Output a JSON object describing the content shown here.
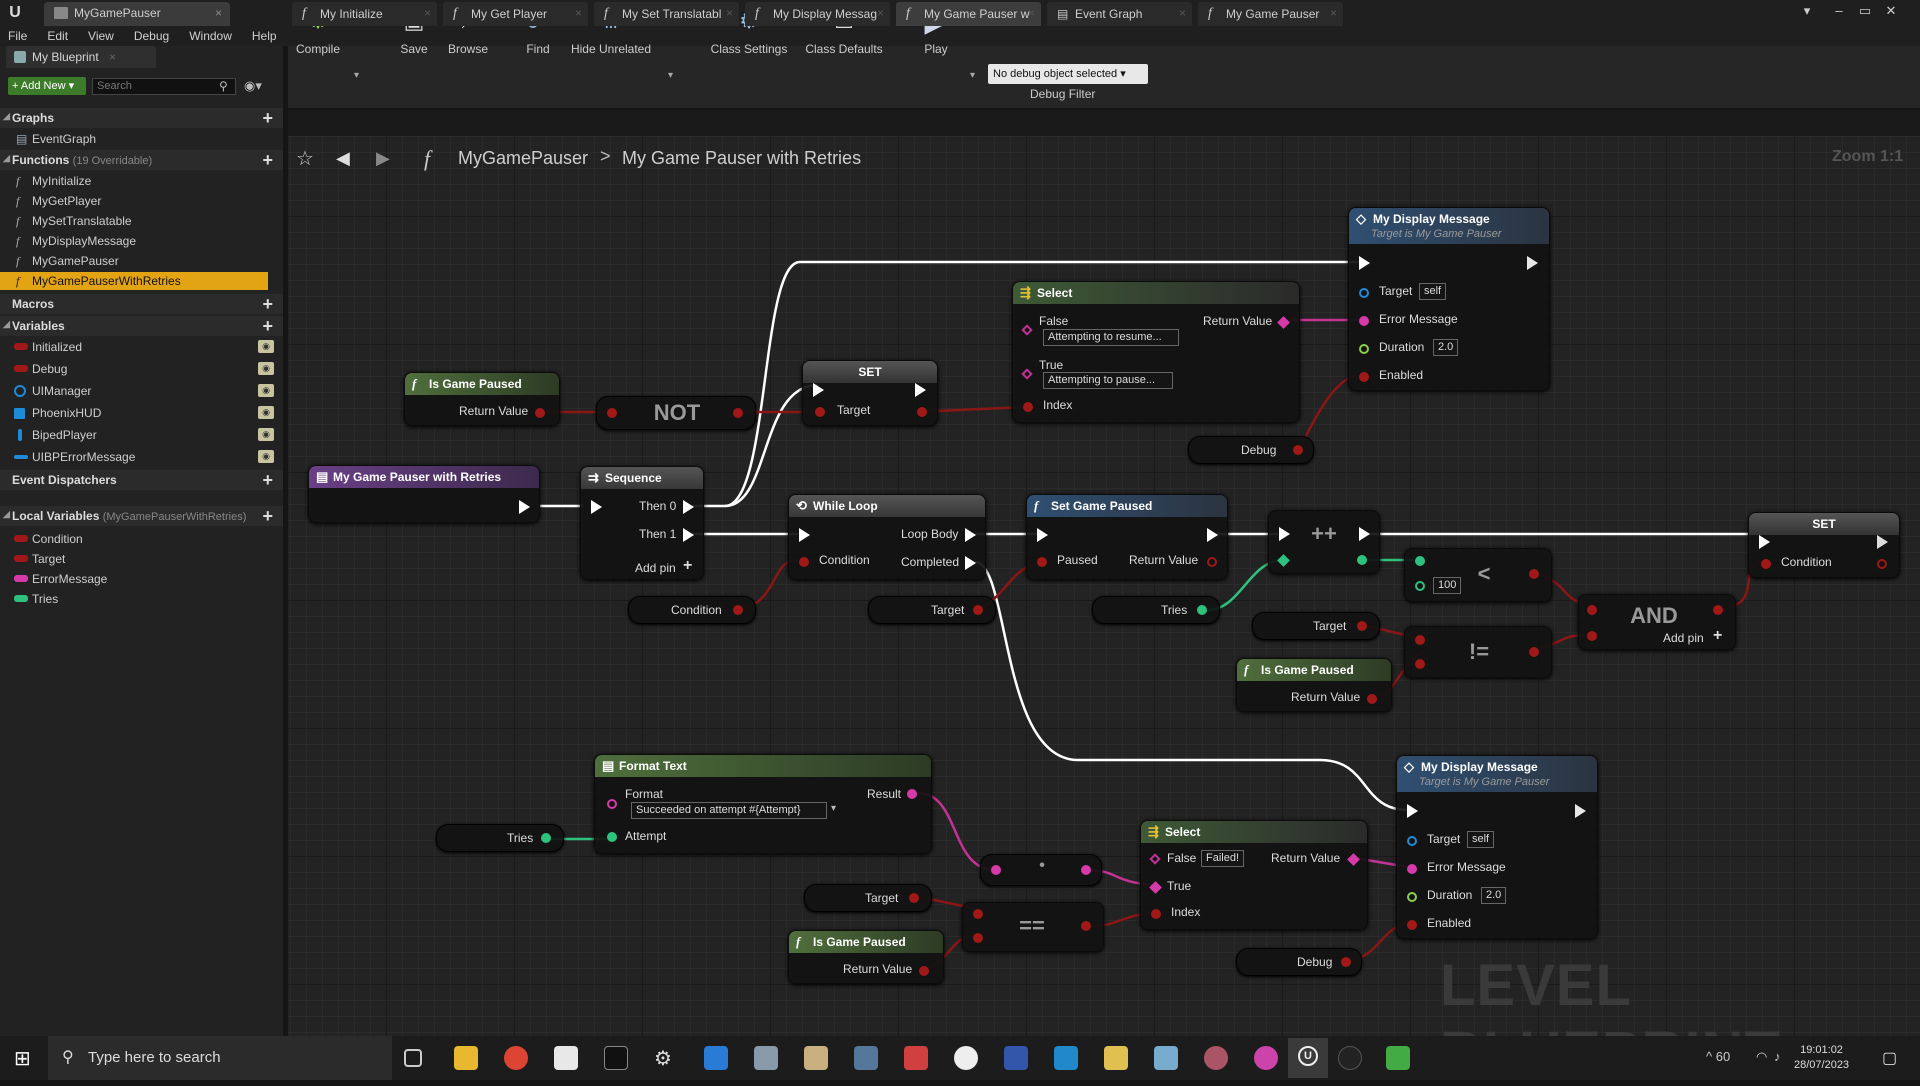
{
  "window": {
    "title": "MyGamePauser",
    "close": "×",
    "min": "–",
    "max": "□",
    "restore": "▭",
    "closew": "✕"
  },
  "menu": [
    "File",
    "Edit",
    "View",
    "Debug",
    "Window",
    "Help"
  ],
  "left_panel": {
    "tab_label": "My Blueprint",
    "add_new": "+ Add New ▾",
    "search_placeholder": "Search",
    "sections": {
      "graphs": "Graphs",
      "functions": "Functions",
      "functions_count": "(19 Overridable)",
      "macros": "Macros",
      "variables": "Variables",
      "dispatchers": "Event Dispatchers",
      "locals": "Local Variables",
      "locals_scope": "(MyGamePauserWithRetries)"
    },
    "graphs": [
      "EventGraph"
    ],
    "functions": [
      "MyInitialize",
      "MyGetPlayer",
      "MySetTranslatable",
      "MyDisplayMessage",
      "MyGamePauser",
      "MyGamePauserWithRetries"
    ],
    "variables": [
      {
        "name": "Initialized",
        "color": "#a01818"
      },
      {
        "name": "Debug",
        "color": "#a01818"
      },
      {
        "name": "UIManager",
        "color": "#1f8ad6"
      },
      {
        "name": "PhoenixHUD",
        "color": "#1f8ad6"
      },
      {
        "name": "BipedPlayer",
        "color": "#1f8ad6"
      },
      {
        "name": "UIBPErrorMessage",
        "color": "#1f8ad6"
      }
    ],
    "locals": [
      {
        "name": "Condition",
        "color": "#a01818"
      },
      {
        "name": "Target",
        "color": "#a01818"
      },
      {
        "name": "ErrorMessage",
        "color": "#d63aa8"
      },
      {
        "name": "Tries",
        "color": "#2ec27e"
      }
    ]
  },
  "toolbar": {
    "compile": "Compile",
    "save": "Save",
    "browse": "Browse",
    "find": "Find",
    "hide_unrelated": "Hide Unrelated",
    "class_settings": "Class Settings",
    "class_defaults": "Class Defaults",
    "play": "Play",
    "debug_object": "No debug object selected ▾",
    "debug_filter": "Debug Filter"
  },
  "graph_tabs": [
    "My Initialize",
    "My Get Player",
    "My Set Translatabl",
    "My Display Messag",
    "My Game Pauser w",
    "Event Graph",
    "My Game Pauser"
  ],
  "breadcrumb": {
    "root": "MyGamePauser",
    "sep": ">",
    "leaf": "My Game Pauser with Retries",
    "zoom": "Zoom 1:1"
  },
  "nodes": {
    "entry": {
      "title": "My Game Pauser with Retries"
    },
    "is_paused_1": {
      "title": "Is Game Paused",
      "ret": "Return Value"
    },
    "not": {
      "op": "NOT"
    },
    "set_1": {
      "title": "SET",
      "target": "Target"
    },
    "select_1": {
      "title": "Select",
      "false": "False",
      "false_val": "Attempting to resume...",
      "true": "True",
      "true_val": "Attempting to pause...",
      "index": "Index",
      "ret": "Return Value"
    },
    "display_1": {
      "title": "My Display Message",
      "sub": "Target is My Game Pauser",
      "target": "Target",
      "target_val": "self",
      "err": "Error Message",
      "dur": "Duration",
      "dur_val": "2.0",
      "en": "Enabled"
    },
    "debug_1": {
      "label": "Debug"
    },
    "sequence": {
      "title": "Sequence",
      "then0": "Then 0",
      "then1": "Then 1",
      "add": "Add pin"
    },
    "while_loop": {
      "title": "While Loop",
      "body": "Loop Body",
      "cond": "Condition",
      "done": "Completed"
    },
    "set_paused": {
      "title": "Set Game Paused",
      "paused": "Paused",
      "ret": "Return Value"
    },
    "inc": {
      "op": "++"
    },
    "set_2": {
      "title": "SET",
      "cond": "Condition"
    },
    "less": {
      "op": "<",
      "val": "100"
    },
    "and": {
      "op": "AND",
      "add": "Add pin"
    },
    "neq": {
      "op": "!="
    },
    "var_condition": {
      "label": "Condition"
    },
    "var_target_1": {
      "label": "Target"
    },
    "var_tries_1": {
      "label": "Tries"
    },
    "var_target_2": {
      "label": "Target"
    },
    "is_paused_2": {
      "title": "Is Game Paused",
      "ret": "Return Value"
    },
    "format_text": {
      "title": "Format Text",
      "format": "Format",
      "format_val": "Succeeded on attempt #{Attempt}",
      "attempt": "Attempt",
      "result": "Result"
    },
    "var_tries_2": {
      "label": "Tries"
    },
    "select_2": {
      "title": "Select",
      "false": "False",
      "false_val": "Failed!",
      "true": "True",
      "index": "Index",
      "ret": "Return Value"
    },
    "dot": {
      "op": "•"
    },
    "eq": {
      "op": "=="
    },
    "var_target_3": {
      "label": "Target"
    },
    "is_paused_3": {
      "title": "Is Game Paused",
      "ret": "Return Value"
    },
    "display_2": {
      "title": "My Display Message",
      "sub": "Target is My Game Pauser",
      "target": "Target",
      "target_val": "self",
      "err": "Error Message",
      "dur": "Duration",
      "dur_val": "2.0",
      "en": "Enabled"
    },
    "debug_2": {
      "label": "Debug"
    }
  },
  "watermark": "LEVEL BLUEPRINT",
  "taskbar": {
    "search_placeholder": "Type here to search",
    "time": "19:01:02",
    "date": "28/07/2023",
    "tray": "^  60",
    "notif": "▢"
  },
  "colors": {
    "exec": "#ffffff",
    "bool": "#a01818",
    "text": "#d63aa8",
    "int": "#2ec27e",
    "object": "#1f8ad6",
    "float": "#8bd04a",
    "selected": "#e3a414"
  }
}
